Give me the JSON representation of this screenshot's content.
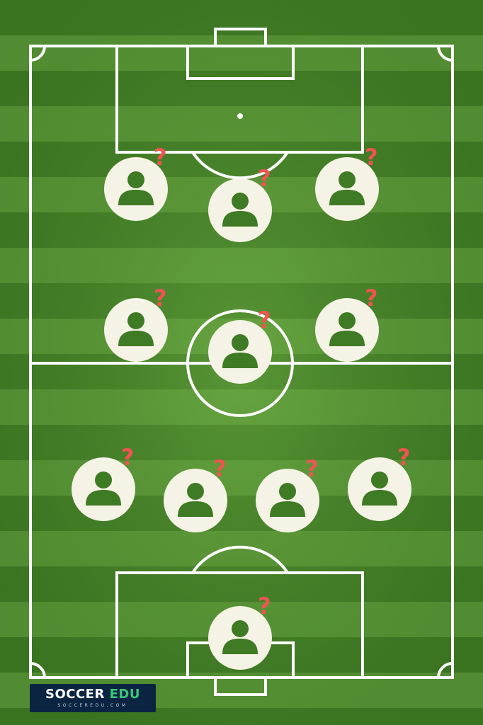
{
  "pitch": {
    "grass_light": "#5d9a3a",
    "grass_dark": "#3f7a24",
    "line_color": "#ffffff"
  },
  "players": {
    "avatar_icon": "person-silhouette-icon",
    "avatar_color": "#f5f3e6",
    "marker_text": "?",
    "marker_color": "#ee5550",
    "count": 11
  },
  "brand": {
    "logo_word_1": "SOCCER",
    "logo_word_2": "EDU",
    "logo_subtext": "SOCCEREDU.COM",
    "logo_bg": "#0b2442",
    "logo_accent": "#37c879"
  }
}
